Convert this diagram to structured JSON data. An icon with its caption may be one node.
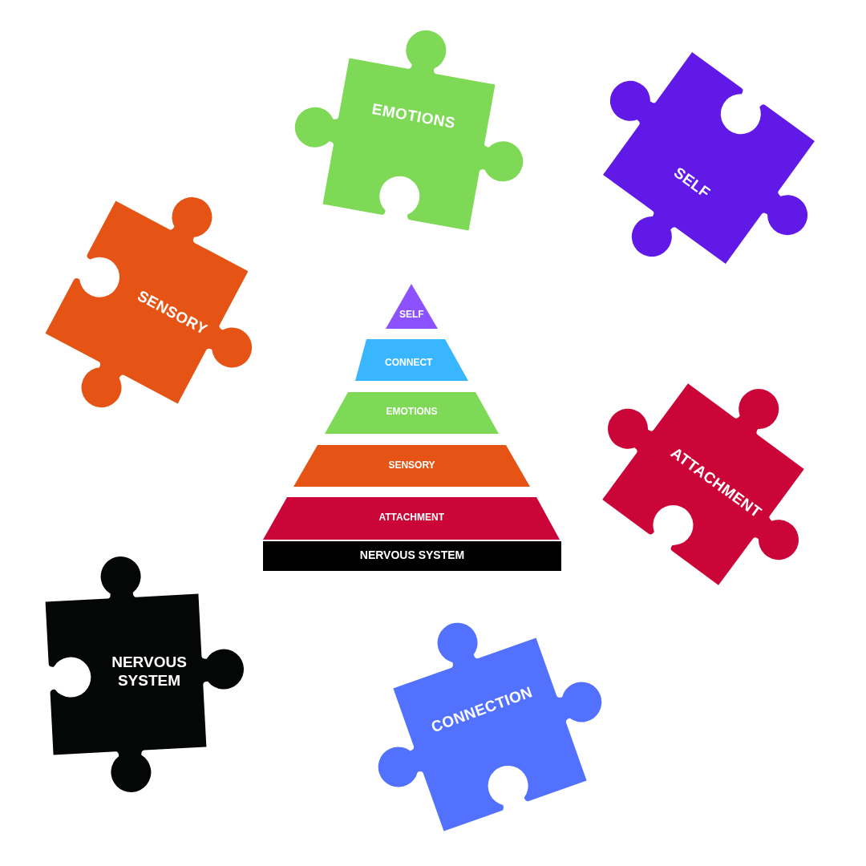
{
  "diagram": {
    "nodes": [
      {
        "text": [
          "EMOTIONS"
        ]
      },
      {
        "text": [
          "SELF"
        ]
      },
      {
        "text": [
          "SENSORY"
        ]
      },
      {
        "text": [
          "SELF"
        ]
      },
      {
        "text": [
          "CONNECT"
        ]
      },
      {
        "text": [
          "EMOTIONS"
        ]
      },
      {
        "text": [
          "SENSORY"
        ]
      },
      {
        "text": [
          "ATTACHMENT"
        ]
      },
      {
        "text": [
          "NERVOUS SYSTEM"
        ]
      },
      {
        "text": [
          "ATTACHMENT"
        ]
      },
      {
        "text": [
          "NERVOUS SYSTEM"
        ]
      },
      {
        "text": [
          "CONNECTION"
        ]
      }
    ]
  }
}
